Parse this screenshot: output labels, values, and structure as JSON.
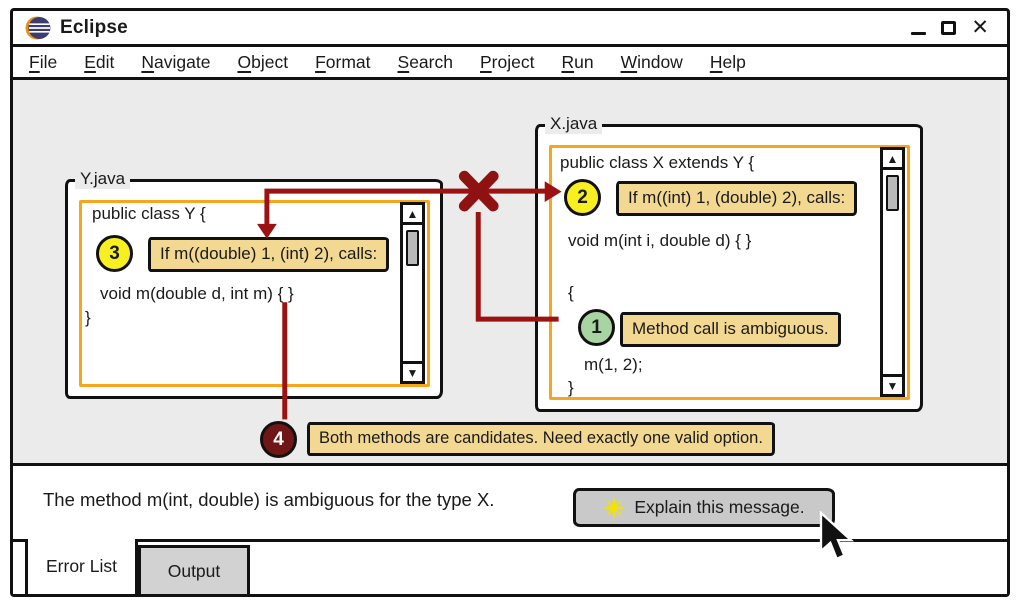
{
  "window": {
    "title": "Eclipse"
  },
  "menu": {
    "items": [
      {
        "first": "F",
        "rest": "ile"
      },
      {
        "first": "E",
        "rest": "dit"
      },
      {
        "first": "N",
        "rest": "avigate"
      },
      {
        "first": "O",
        "rest": "bject"
      },
      {
        "first": "F",
        "rest": "ormat"
      },
      {
        "first": "S",
        "rest": "earch"
      },
      {
        "first": "P",
        "rest": "roject"
      },
      {
        "first": "R",
        "rest": "un"
      },
      {
        "first": "W",
        "rest": "indow"
      },
      {
        "first": "H",
        "rest": "elp"
      }
    ]
  },
  "editors": {
    "y": {
      "title": "Y.java",
      "line1": "public class Y {",
      "line_method": "void m(double d, int m) { }",
      "line_close": "}",
      "annotation3": {
        "num": "3",
        "text": "If m((double) 1, (int) 2), calls:"
      }
    },
    "x": {
      "title": "X.java",
      "line1": "public class X extends Y {",
      "line_method": "void m(int i, double d) { }",
      "line_open_brace": "{",
      "line_call": "m(1, 2);",
      "line_close": "}",
      "annotation2": {
        "num": "2",
        "text": "If m((int) 1, (double) 2), calls:"
      },
      "annotation1": {
        "num": "1",
        "text": "Method call is ambiguous."
      }
    }
  },
  "canvas_annotation4": {
    "num": "4",
    "text": "Both methods are candidates. Need exactly one valid option."
  },
  "status": {
    "message": "The method m(int, double) is ambiguous for the type X.",
    "explain_button": "Explain this message."
  },
  "tabs": {
    "error_list": "Error List",
    "output": "Output"
  },
  "icons": {
    "scroll_up": "▲",
    "scroll_down": "▼",
    "close": "✕"
  },
  "colors": {
    "canvas_bg": "#ebebeb",
    "highlight_tan": "#f3d892",
    "frame_orange": "#f6a61c",
    "arrow_maroon": "#9a1212",
    "circle_yellow": "#f7ef21",
    "circle_green": "#a9d3a2",
    "circle_maroon": "#701616",
    "button_gray": "#c9c9c9",
    "tab_gray": "#d2d2d2",
    "sun_yellow": "#f2e400",
    "logo_navy": "#3c3c70",
    "logo_orange": "#e8901a"
  }
}
